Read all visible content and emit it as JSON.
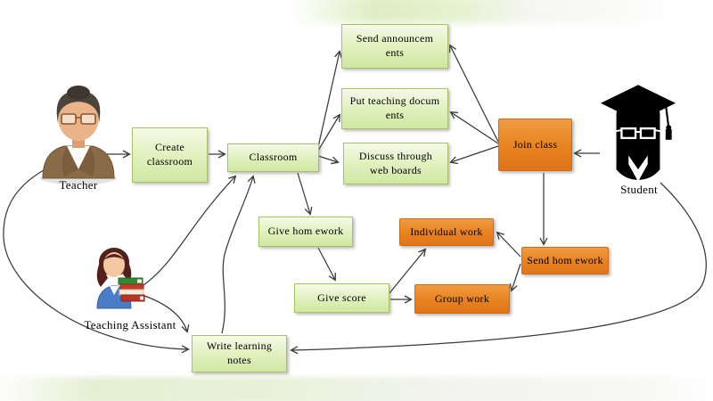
{
  "diagram": {
    "type": "flowchart",
    "actors": [
      {
        "id": "teacher",
        "label": "Teacher"
      },
      {
        "id": "teaching-assistant",
        "label": "Teaching Assistant"
      },
      {
        "id": "student",
        "label": "Student"
      }
    ],
    "nodes": [
      {
        "id": "create-classroom",
        "label": "Create classroom",
        "color": "green"
      },
      {
        "id": "classroom",
        "label": "Classroom",
        "color": "green"
      },
      {
        "id": "send-announcements",
        "label": "Send announcem ents",
        "color": "green"
      },
      {
        "id": "put-teaching-documents",
        "label": "Put teaching docum ents",
        "color": "green"
      },
      {
        "id": "discuss-web-boards",
        "label": "Discuss through web boards",
        "color": "green"
      },
      {
        "id": "join-class",
        "label": "Join class",
        "color": "orange"
      },
      {
        "id": "give-homework",
        "label": "Give hom ework",
        "color": "green"
      },
      {
        "id": "give-score",
        "label": "Give score",
        "color": "green"
      },
      {
        "id": "individual-work",
        "label": "Individual work",
        "color": "orange"
      },
      {
        "id": "group-work",
        "label": "Group work",
        "color": "orange"
      },
      {
        "id": "send-homework",
        "label": "Send hom ework",
        "color": "orange"
      },
      {
        "id": "write-learning-notes",
        "label": "Write learning notes",
        "color": "green"
      }
    ],
    "edges": [
      {
        "from": "teacher",
        "to": "create-classroom"
      },
      {
        "from": "create-classroom",
        "to": "classroom"
      },
      {
        "from": "classroom",
        "to": "send-announcements"
      },
      {
        "from": "classroom",
        "to": "put-teaching-documents"
      },
      {
        "from": "classroom",
        "to": "discuss-web-boards"
      },
      {
        "from": "join-class",
        "to": "send-announcements"
      },
      {
        "from": "join-class",
        "to": "put-teaching-documents"
      },
      {
        "from": "join-class",
        "to": "discuss-web-boards"
      },
      {
        "from": "student",
        "to": "join-class"
      },
      {
        "from": "join-class",
        "to": "send-homework"
      },
      {
        "from": "send-homework",
        "to": "individual-work"
      },
      {
        "from": "send-homework",
        "to": "group-work"
      },
      {
        "from": "classroom",
        "to": "give-homework"
      },
      {
        "from": "give-homework",
        "to": "give-score"
      },
      {
        "from": "give-score",
        "to": "individual-work"
      },
      {
        "from": "give-score",
        "to": "group-work"
      },
      {
        "from": "teaching-assistant",
        "to": "classroom"
      },
      {
        "from": "teaching-assistant",
        "to": "write-learning-notes"
      },
      {
        "from": "write-learning-notes",
        "to": "classroom"
      },
      {
        "from": "teacher",
        "to": "write-learning-notes"
      },
      {
        "from": "student",
        "to": "write-learning-notes"
      }
    ],
    "colors": {
      "green_fill": "#d9edab",
      "green_border": "#a7c263",
      "orange_fill": "#e8821e",
      "orange_border": "#cf6c12",
      "arrow": "#3a3a3a",
      "background_glow": "#dceab8"
    }
  }
}
